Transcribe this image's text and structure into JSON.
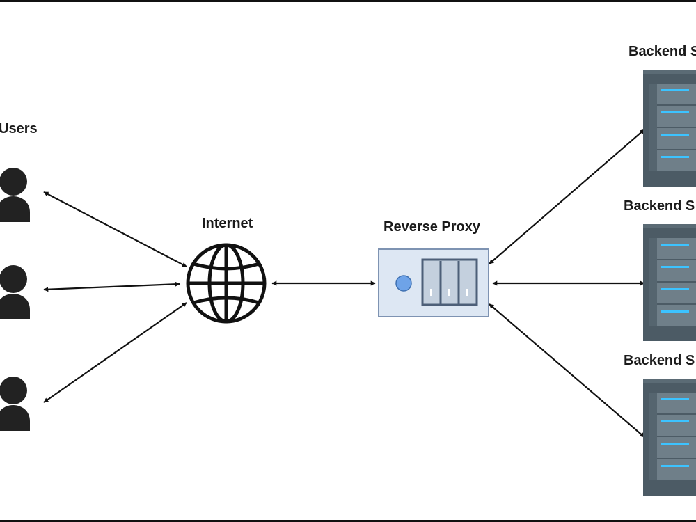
{
  "diagram": {
    "labels": {
      "users": "Users",
      "internet": "Internet",
      "reverse_proxy": "Reverse Proxy",
      "backend_1": "Backend S",
      "backend_2": "Backend S",
      "backend_3": "Backend S"
    },
    "nodes": {
      "users": [
        "user-icon",
        "user-icon",
        "user-icon"
      ],
      "internet": "globe-icon",
      "reverse_proxy": "proxy-server-icon",
      "backends": [
        "server-rack-icon",
        "server-rack-icon",
        "server-rack-icon"
      ]
    },
    "connections": [
      "users-to-internet (bidirectional)",
      "internet-to-reverse-proxy (bidirectional)",
      "reverse-proxy-to-backends (bidirectional)"
    ],
    "colors": {
      "arrow": "#111111",
      "user": "#222222",
      "proxy_fill": "#dde7f3",
      "proxy_border": "#7e93b2",
      "proxy_dot": "#6ea3e8",
      "server_body": "#4c5b65",
      "server_slot": "#6f7f89",
      "server_led": "#3cc3ff"
    }
  }
}
